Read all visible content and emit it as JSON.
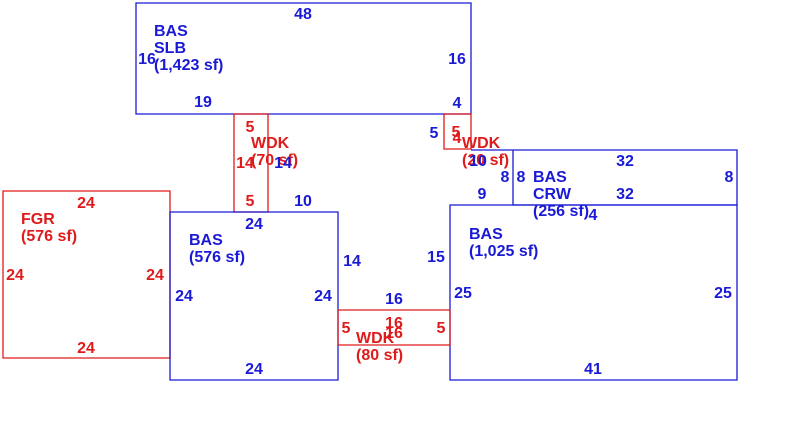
{
  "colors": {
    "living": "#1a1ad6",
    "other": "#e01b1b",
    "background": "#ffffff"
  },
  "areas": [
    {
      "id": "bas-slb",
      "type": "BAS",
      "name": "SLB",
      "area": "(1,423 sf)",
      "color": "living"
    },
    {
      "id": "wdk-1",
      "type": "WDK",
      "area": "(70 sf)",
      "color": "other"
    },
    {
      "id": "wdk-2",
      "type": "WDK",
      "area": "(20 sf)",
      "color": "other"
    },
    {
      "id": "bas-crw",
      "type": "BAS",
      "name": "CRW",
      "area": "(256 sf)",
      "color": "living"
    },
    {
      "id": "fgr",
      "type": "FGR",
      "area": "(576 sf)",
      "color": "other"
    },
    {
      "id": "bas-576",
      "type": "BAS",
      "area": "(576 sf)",
      "color": "living"
    },
    {
      "id": "bas-1025",
      "type": "BAS",
      "area": "(1,025 sf)",
      "color": "living"
    },
    {
      "id": "wdk-3",
      "type": "WDK",
      "area": "(80 sf)",
      "color": "other"
    }
  ],
  "dimensions": [
    {
      "area": "bas-slb",
      "value": "48",
      "color": "living"
    },
    {
      "area": "bas-slb",
      "value": "16",
      "color": "living"
    },
    {
      "area": "bas-slb",
      "value": "16",
      "color": "living"
    },
    {
      "area": "bas-slb",
      "value": "19",
      "color": "living"
    },
    {
      "area": "bas-slb",
      "value": "4",
      "color": "living"
    },
    {
      "area": "wdk-1",
      "value": "5",
      "color": "other"
    },
    {
      "area": "wdk-1",
      "value": "14",
      "color": "other"
    },
    {
      "area": "wdk-1",
      "value": "14",
      "color": "living"
    },
    {
      "area": "wdk-1",
      "value": "5",
      "color": "other"
    },
    {
      "area": "bas-576",
      "value": "10",
      "color": "living"
    },
    {
      "area": "wdk-2",
      "value": "5",
      "color": "living"
    },
    {
      "area": "wdk-2",
      "value": "5",
      "color": "other"
    },
    {
      "area": "wdk-2",
      "value": "4",
      "color": "other"
    },
    {
      "area": "wdk-2",
      "value": "10",
      "color": "living"
    },
    {
      "area": "bas-crw",
      "value": "32",
      "color": "living"
    },
    {
      "area": "bas-crw",
      "value": "8",
      "color": "living"
    },
    {
      "area": "bas-crw",
      "value": "8",
      "color": "living"
    },
    {
      "area": "bas-crw",
      "value": "32",
      "color": "living"
    },
    {
      "area": "bas-crw",
      "value": "8",
      "color": "living"
    },
    {
      "area": "bas-crw",
      "value": "4",
      "color": "living"
    },
    {
      "area": "bas-1025",
      "value": "9",
      "color": "living"
    },
    {
      "area": "fgr",
      "value": "24",
      "color": "other"
    },
    {
      "area": "fgr",
      "value": "24",
      "color": "other"
    },
    {
      "area": "fgr",
      "value": "24",
      "color": "other"
    },
    {
      "area": "fgr",
      "value": "24",
      "color": "other"
    },
    {
      "area": "bas-576",
      "value": "24",
      "color": "living"
    },
    {
      "area": "bas-576",
      "value": "24",
      "color": "living"
    },
    {
      "area": "bas-576",
      "value": "24",
      "color": "living"
    },
    {
      "area": "bas-576",
      "value": "24",
      "color": "living"
    },
    {
      "area": "bas-576",
      "value": "14",
      "color": "living"
    },
    {
      "area": "bas-1025",
      "value": "15",
      "color": "living"
    },
    {
      "area": "bas-1025",
      "value": "25",
      "color": "living"
    },
    {
      "area": "bas-1025",
      "value": "25",
      "color": "living"
    },
    {
      "area": "bas-1025",
      "value": "41",
      "color": "living"
    },
    {
      "area": "wdk-3",
      "value": "16",
      "color": "living"
    },
    {
      "area": "wdk-3",
      "value": "16",
      "color": "other"
    },
    {
      "area": "wdk-3",
      "value": "16",
      "color": "other"
    },
    {
      "area": "wdk-3",
      "value": "5",
      "color": "other"
    },
    {
      "area": "wdk-3",
      "value": "5",
      "color": "other"
    }
  ]
}
